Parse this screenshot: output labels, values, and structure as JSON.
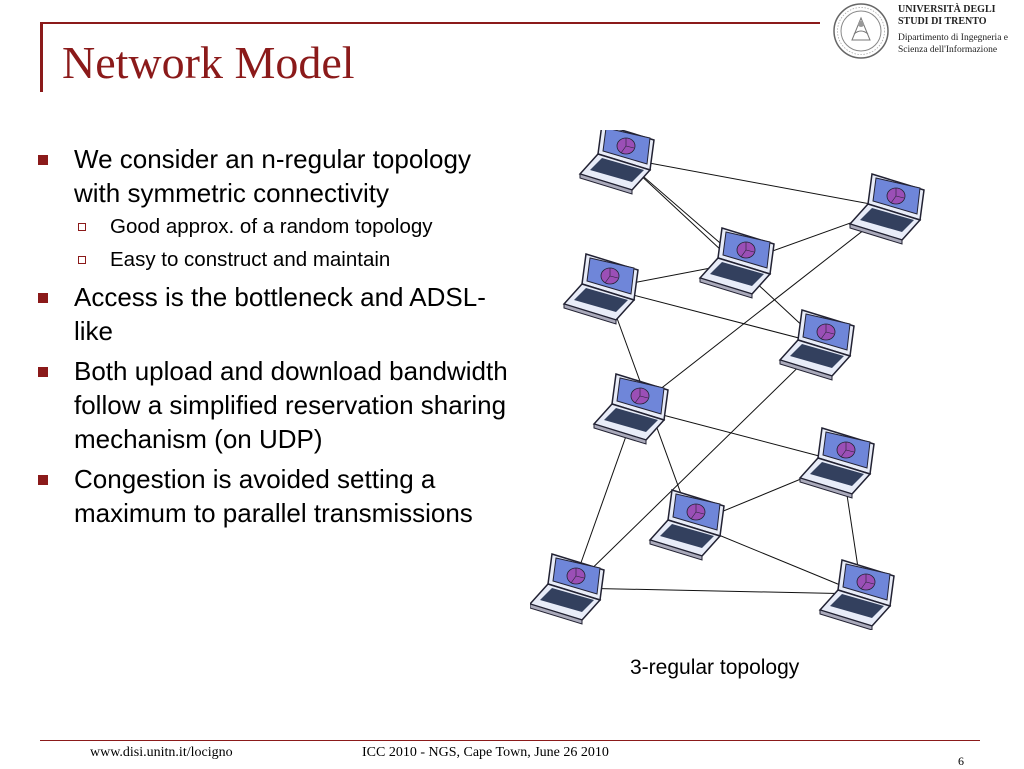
{
  "slide": {
    "title": "Network Model",
    "page_number": "6"
  },
  "logo": {
    "university": "UNIVERSITÀ DEGLI STUDI DI TRENTO",
    "department": "Dipartimento di Ingegneria e Scienza dell'Informazione",
    "seal_icon": "university-seal-icon"
  },
  "bullets": [
    {
      "text": "We consider an n-regular topology with symmetric connectivity",
      "sub": [
        {
          "text": "Good approx. of a random topology"
        },
        {
          "text": "Easy to construct and maintain"
        }
      ]
    },
    {
      "text": "Access is the bottleneck and ADSL-like",
      "sub": []
    },
    {
      "text": "Both upload and download bandwidth follow a simplified reservation sharing mechanism (on UDP)",
      "sub": []
    },
    {
      "text": "Congestion is avoided setting a maximum to parallel transmissions",
      "sub": []
    }
  ],
  "diagram": {
    "caption": "3-regular topology",
    "node_icon": "laptop-icon",
    "node_count": 10,
    "edges": [
      [
        0,
        1
      ],
      [
        0,
        2
      ],
      [
        0,
        4
      ],
      [
        1,
        2
      ],
      [
        1,
        5
      ],
      [
        2,
        3
      ],
      [
        3,
        4
      ],
      [
        3,
        7
      ],
      [
        4,
        8
      ],
      [
        5,
        6
      ],
      [
        5,
        8
      ],
      [
        6,
        7
      ],
      [
        6,
        9
      ],
      [
        7,
        9
      ],
      [
        8,
        9
      ]
    ]
  },
  "footer": {
    "url": "www.disi.unitn.it/locigno",
    "event": "ICC 2010 - NGS, Cape Town, June 26 2010"
  },
  "colors": {
    "accent": "#8b1a1a",
    "laptop_screen": "#6f86d9",
    "laptop_body": "#e8ecf8"
  }
}
